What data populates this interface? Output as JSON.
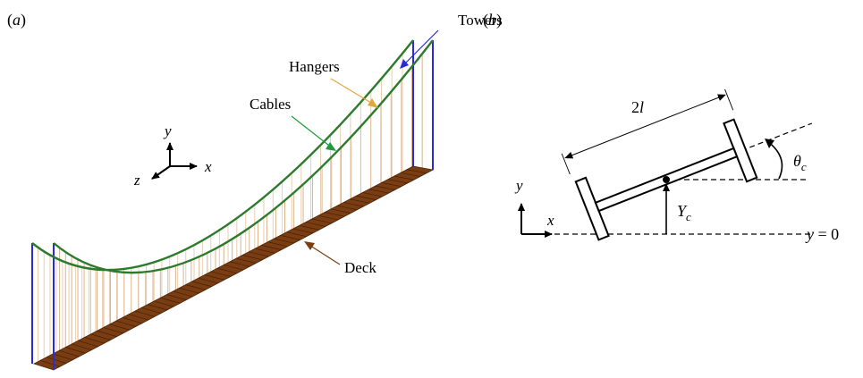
{
  "panel_a": {
    "label_open": "(",
    "label_letter": "a",
    "label_close": ")",
    "labels": {
      "towers": "Towers",
      "hangers": "Hangers",
      "cables": "Cables",
      "deck": "Deck"
    },
    "axes": {
      "y": "y",
      "x": "x",
      "z": "z"
    },
    "colors": {
      "towers": "#2b2bd6",
      "hangers": "#e0a83a",
      "cables": "#1f9a3c",
      "deck": "#7a3d12",
      "cable_line": "#2c7a2c",
      "hanger_line": "#d9b48c"
    }
  },
  "panel_b": {
    "label_open": "(",
    "label_letter": "b",
    "label_close": ")",
    "dim_number": "2",
    "dim_var": "l",
    "theta": "θ",
    "theta_sub": "c",
    "Y": "Y",
    "Y_sub": "c",
    "axis_y": "y",
    "axis_x": "x",
    "baseline_var": "y",
    "baseline_rest": " = 0"
  }
}
